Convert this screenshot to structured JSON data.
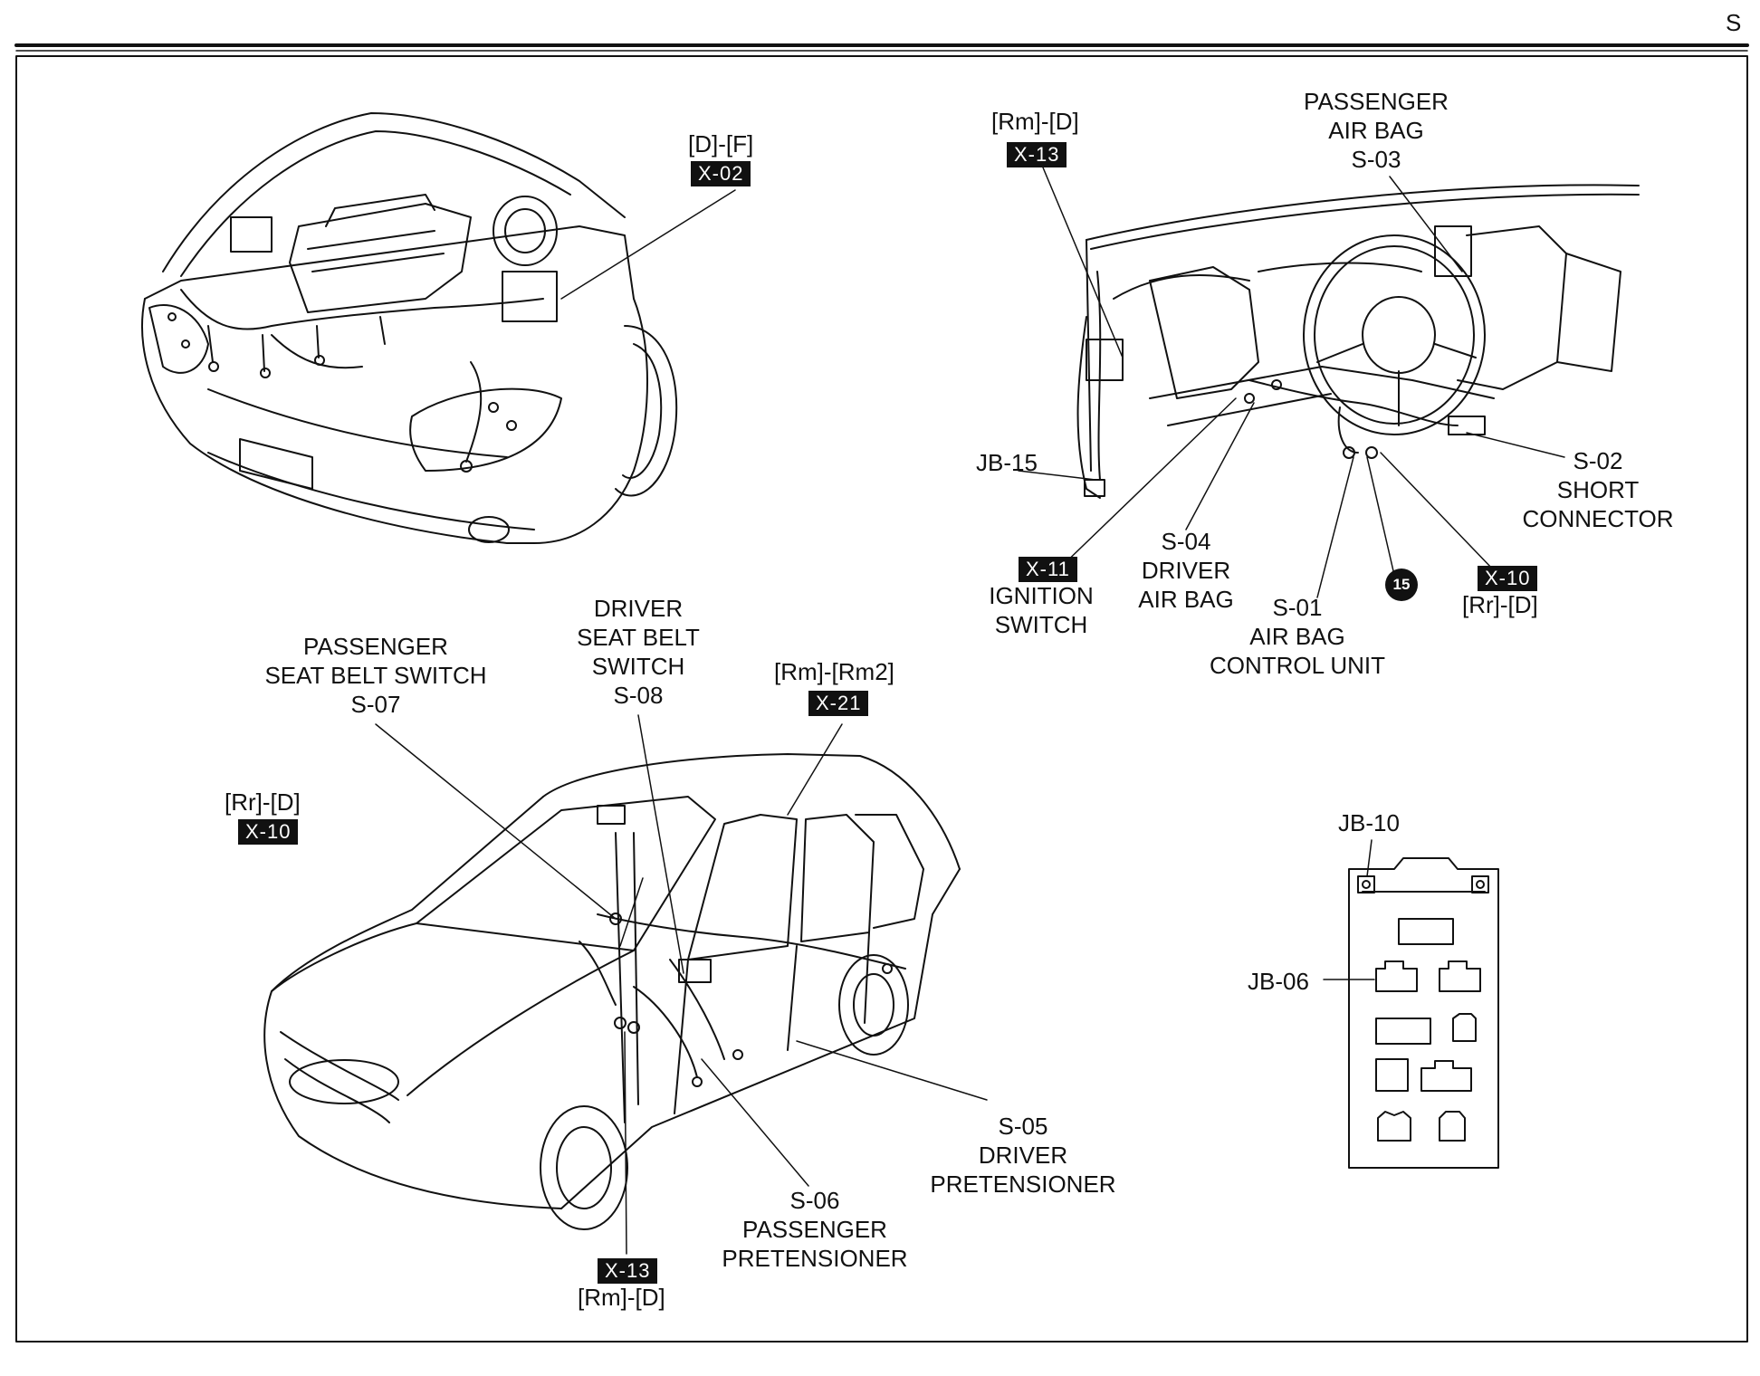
{
  "page_letter": "S",
  "engine_bay": {
    "connector": {
      "location": "[D]-[F]",
      "tag": "X-02"
    }
  },
  "dashboard": {
    "x13_top": {
      "location": "[Rm]-[D]",
      "tag": "X-13"
    },
    "passenger_air_bag": {
      "name_line1": "PASSENGER",
      "name_line2": "AIR BAG",
      "code": "S-03"
    },
    "jb15": {
      "code": "JB-15"
    },
    "ignition_switch": {
      "tag": "X-11",
      "name_line1": "IGNITION",
      "name_line2": "SWITCH"
    },
    "driver_air_bag": {
      "code": "S-04",
      "name_line1": "DRIVER",
      "name_line2": "AIR BAG"
    },
    "air_bag_control_unit": {
      "code": "S-01",
      "name_line1": "AIR BAG",
      "name_line2": "CONTROL UNIT"
    },
    "ground": {
      "number": "15"
    },
    "x10_right": {
      "tag": "X-10",
      "location": "[Rr]-[D]"
    },
    "short_connector": {
      "code": "S-02",
      "name_line1": "SHORT",
      "name_line2": "CONNECTOR"
    }
  },
  "vehicle": {
    "passenger_seat_belt_switch": {
      "name_line1": "PASSENGER",
      "name_line2": "SEAT BELT SWITCH",
      "code": "S-07"
    },
    "driver_seat_belt_switch": {
      "name_line1": "DRIVER",
      "name_line2": "SEAT BELT",
      "name_line3": "SWITCH",
      "code": "S-08"
    },
    "x21": {
      "location": "[Rm]-[Rm2]",
      "tag": "X-21"
    },
    "x10_left": {
      "location": "[Rr]-[D]",
      "tag": "X-10"
    },
    "driver_pretensioner": {
      "code": "S-05",
      "name_line1": "DRIVER",
      "name_line2": "PRETENSIONER"
    },
    "passenger_pretensioner": {
      "code": "S-06",
      "name_line1": "PASSENGER",
      "name_line2": "PRETENSIONER"
    },
    "x13_bottom": {
      "tag": "X-13",
      "location": "[Rm]-[D]"
    }
  },
  "junction_block": {
    "jb10": {
      "code": "JB-10"
    },
    "jb06": {
      "code": "JB-06"
    }
  },
  "colors": {
    "ink": "#111111",
    "paper": "#ffffff",
    "tag_text": "#ffffff"
  }
}
